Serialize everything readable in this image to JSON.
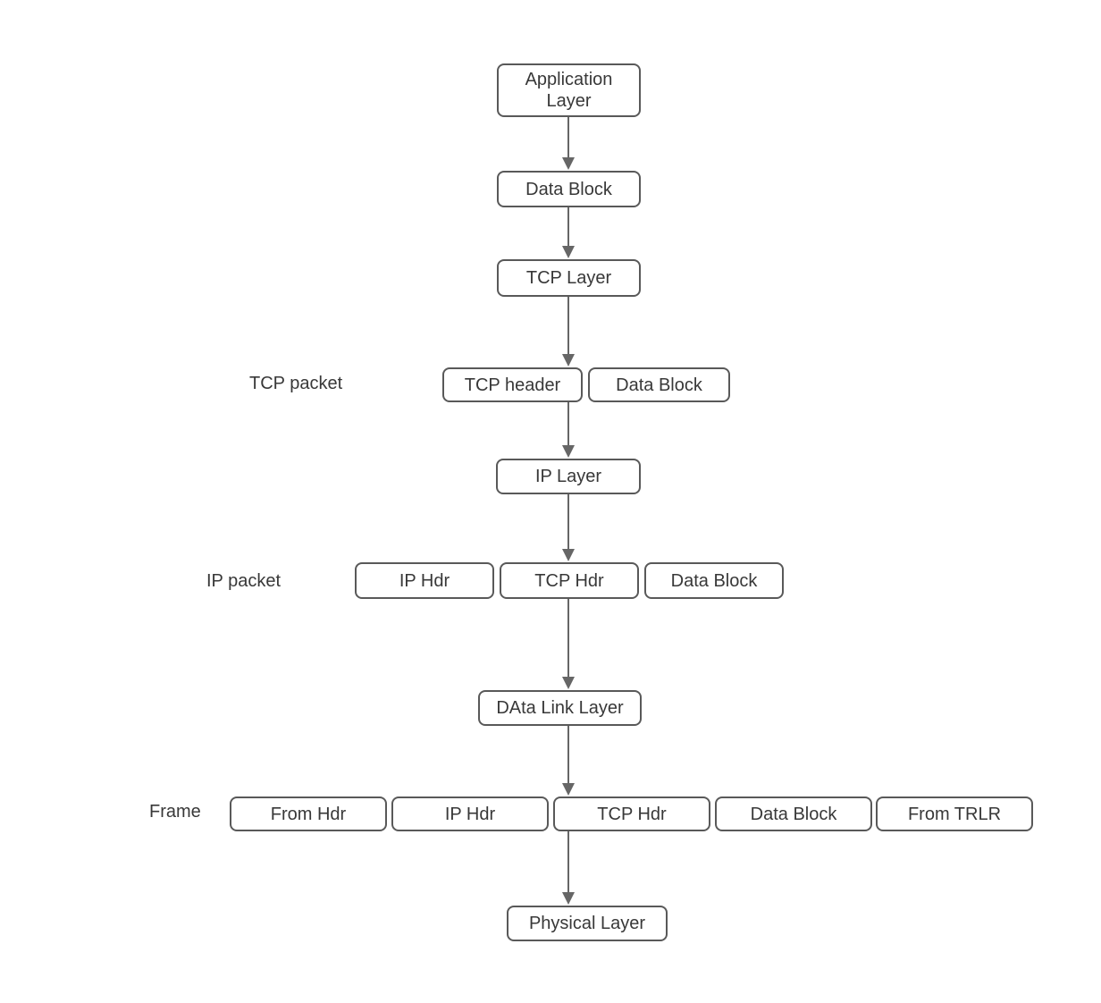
{
  "diagram": {
    "description": "TCP/IP data encapsulation flow diagram",
    "colors": {
      "box_border": "#595959",
      "box_fill": "#ffffff",
      "text": "#383838",
      "arrow": "#666666",
      "background": "#ffffff"
    },
    "nodes": {
      "application_layer": "Application Layer",
      "data_block_top": "Data Block",
      "tcp_layer": "TCP Layer",
      "ip_layer": "IP Layer",
      "data_link_layer": "DAta Link Layer",
      "physical_layer": "Physical Layer"
    },
    "rows": {
      "tcp_packet": {
        "caption": "TCP packet",
        "segments": [
          "TCP header",
          "Data Block"
        ]
      },
      "ip_packet": {
        "caption": "IP packet",
        "segments": [
          "IP Hdr",
          "TCP Hdr",
          "Data Block"
        ]
      },
      "frame": {
        "caption": "Frame",
        "segments": [
          "From Hdr",
          "IP Hdr",
          "TCP Hdr",
          "Data Block",
          "From TRLR"
        ]
      }
    }
  }
}
